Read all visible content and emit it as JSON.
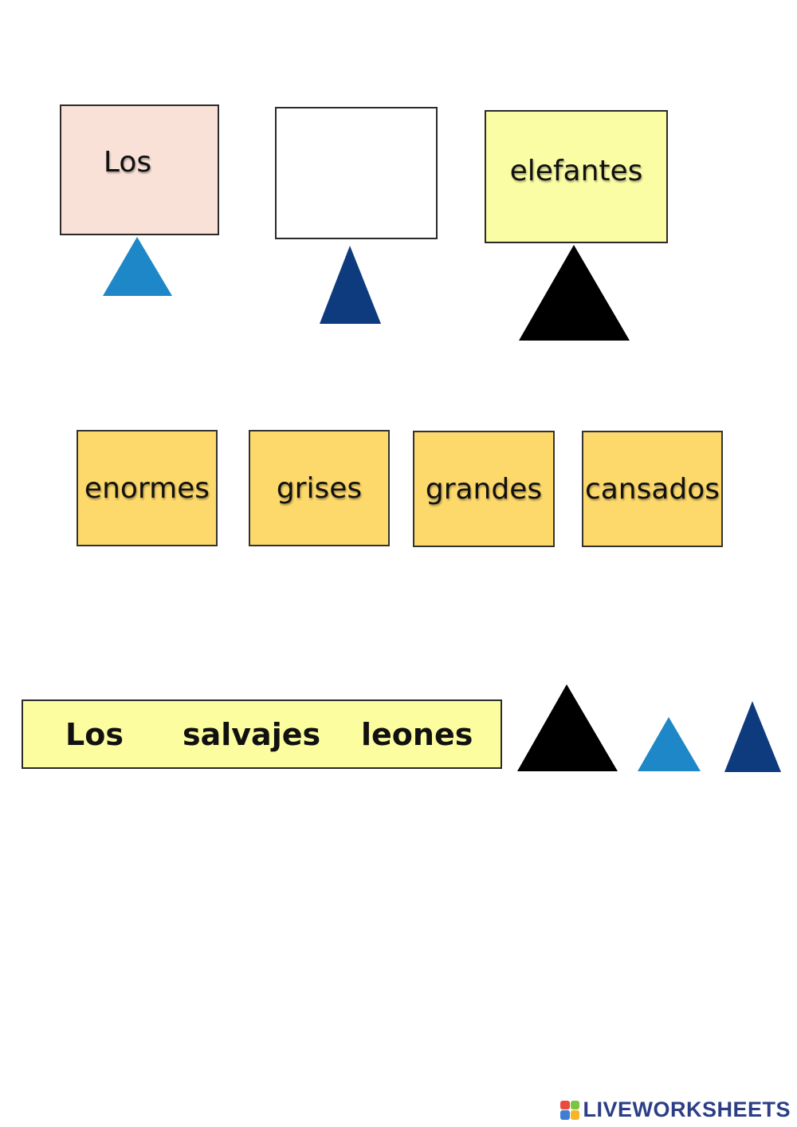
{
  "top_row": {
    "box1": {
      "label": "Los",
      "color": "#f9e1d7"
    },
    "box2": {
      "label": "",
      "color": "#ffffff"
    },
    "box3": {
      "label": "elefantes",
      "color": "#fbfda4"
    }
  },
  "triangles": {
    "light_blue": {
      "icon": "light-blue-triangle-icon",
      "color": "#1e87c7"
    },
    "dark_blue": {
      "icon": "dark-blue-triangle-icon",
      "color": "#0e3b7e"
    },
    "black": {
      "icon": "black-triangle-icon",
      "color": "#000000"
    }
  },
  "word_tiles": [
    "enormes",
    "grises",
    "grandes",
    "cansados"
  ],
  "strip": {
    "words": [
      "Los",
      "salvajes",
      "leones"
    ],
    "color": "#fcfd9f"
  },
  "footer": {
    "brand": "LIVEWORKSHEETS",
    "logo_colors": [
      "#e94b3c",
      "#7cc443",
      "#3f7ed3",
      "#f7b52a"
    ]
  }
}
